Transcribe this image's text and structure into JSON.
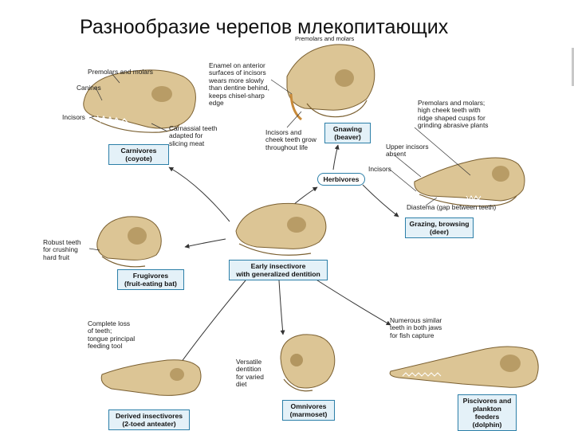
{
  "title": "Разнообразие черепов млекопитающих",
  "colors": {
    "box_border": "#2c7fa8",
    "box_fill": "#e4f1f8",
    "bone": "#dcc595",
    "bone_shade": "#a88a52",
    "arrow": "#333333"
  },
  "boxes": {
    "carnivores": "Carnivores\n(coyote)",
    "gnawing": "Gnawing\n(beaver)",
    "herbivores": "Herbivores",
    "grazing": "Grazing, browsing\n(deer)",
    "early": "Early insectivore\nwith generalized dentition",
    "frugivores": "Frugivores\n(fruit-eating bat)",
    "omnivores": "Omnivores\n(marmoset)",
    "derived": "Derived insectivores\n(2-toed anteater)",
    "piscivores": "Piscivores and\nplankton feeders\n(dolphin)"
  },
  "notes": {
    "premolars_top": "Premolars and molars",
    "premolars_coyote": "Premolars and molars",
    "canines": "Canines",
    "incisors_coyote": "Incisors",
    "carnassial": "Carnassial teeth\nadapted for\nslicing meat",
    "enamel": "Enamel on anterior\nsurfaces of incisors\nwears more slowly\nthan dentine behind,\nkeeps chisel-sharp\nedge",
    "incisors_cheek": "Incisors and\ncheek teeth grow\nthroughout life",
    "premolars_deer": "Premolars and molars;\nhigh cheek teeth with\nridge shaped cusps for\ngrinding abrasive plants",
    "upper_incisors": "Upper incisors\nabsent",
    "incisors_deer": "Incisors",
    "diastema": "Diastema (gap between teeth)",
    "robust": "Robust teeth\nfor crushing\nhard fruit",
    "complete_loss": "Complete loss\nof teeth;\ntongue principal\nfeeding tool",
    "versatile": "Versatile\ndentition\nfor varied\ndiet",
    "numerous": "Numerous similar\nteeth in both jaws\nfor fish capture"
  },
  "skulls": [
    "coyote",
    "beaver",
    "deer",
    "bat",
    "early insectivore",
    "marmoset",
    "anteater",
    "dolphin"
  ]
}
